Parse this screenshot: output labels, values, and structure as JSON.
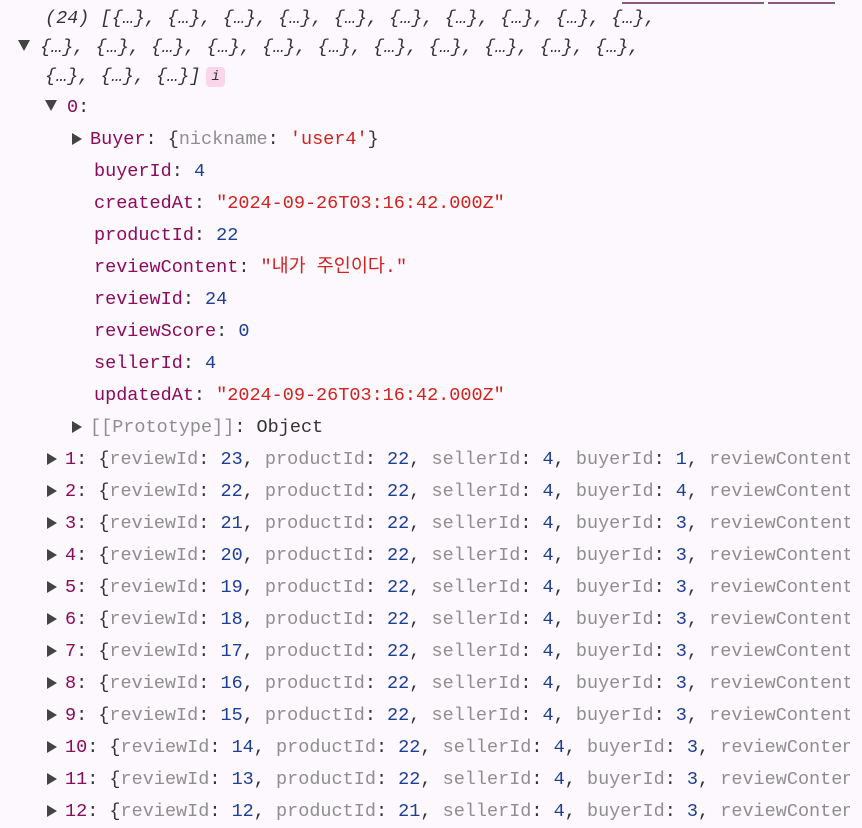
{
  "colors": {
    "key": "#8a0a5c",
    "number": "#1b3f96",
    "string": "#d0231f",
    "preview_key": "#8e8e8e",
    "background": "#fdf8fd"
  },
  "array_summary": {
    "line1": "(24) [{…}, {…}, {…}, {…}, {…}, {…}, {…}, {…}, {…}, {…},",
    "line2": "{…}, {…}, {…}, {…}, {…}, {…}, {…}, {…}, {…}, {…}, {…},",
    "line3": "{…}, {…}, {…}]",
    "info_badge": "i"
  },
  "item0": {
    "index": "0",
    "buyer": {
      "key": "Buyer",
      "preview_key": "nickname",
      "preview_value": "'user4'"
    },
    "props": [
      {
        "key": "buyerId",
        "value": "4",
        "type": "num"
      },
      {
        "key": "createdAt",
        "value": "\"2024-09-26T03:16:42.000Z\"",
        "type": "str"
      },
      {
        "key": "productId",
        "value": "22",
        "type": "num"
      },
      {
        "key": "reviewContent",
        "value": "\"내가 주인이다.\"",
        "type": "str"
      },
      {
        "key": "reviewId",
        "value": "24",
        "type": "num"
      },
      {
        "key": "reviewScore",
        "value": "0",
        "type": "num"
      },
      {
        "key": "sellerId",
        "value": "4",
        "type": "num"
      },
      {
        "key": "updatedAt",
        "value": "\"2024-09-26T03:16:42.000Z\"",
        "type": "str"
      }
    ],
    "prototype": {
      "key": "[[Prototype]]",
      "value": "Object"
    }
  },
  "rows": [
    {
      "index": "1",
      "reviewId": "23",
      "productId": "22",
      "sellerId": "4",
      "buyerId": "1"
    },
    {
      "index": "2",
      "reviewId": "22",
      "productId": "22",
      "sellerId": "4",
      "buyerId": "4"
    },
    {
      "index": "3",
      "reviewId": "21",
      "productId": "22",
      "sellerId": "4",
      "buyerId": "3"
    },
    {
      "index": "4",
      "reviewId": "20",
      "productId": "22",
      "sellerId": "4",
      "buyerId": "3"
    },
    {
      "index": "5",
      "reviewId": "19",
      "productId": "22",
      "sellerId": "4",
      "buyerId": "3"
    },
    {
      "index": "6",
      "reviewId": "18",
      "productId": "22",
      "sellerId": "4",
      "buyerId": "3"
    },
    {
      "index": "7",
      "reviewId": "17",
      "productId": "22",
      "sellerId": "4",
      "buyerId": "3"
    },
    {
      "index": "8",
      "reviewId": "16",
      "productId": "22",
      "sellerId": "4",
      "buyerId": "3"
    },
    {
      "index": "9",
      "reviewId": "15",
      "productId": "22",
      "sellerId": "4",
      "buyerId": "3"
    },
    {
      "index": "10",
      "reviewId": "14",
      "productId": "22",
      "sellerId": "4",
      "buyerId": "3"
    },
    {
      "index": "11",
      "reviewId": "13",
      "productId": "22",
      "sellerId": "4",
      "buyerId": "3"
    },
    {
      "index": "12",
      "reviewId": "12",
      "productId": "21",
      "sellerId": "4",
      "buyerId": "3"
    }
  ],
  "row_keys": {
    "reviewId": "reviewId",
    "productId": "productId",
    "sellerId": "sellerId",
    "buyerId": "buyerId",
    "reviewContent": "reviewContent"
  }
}
